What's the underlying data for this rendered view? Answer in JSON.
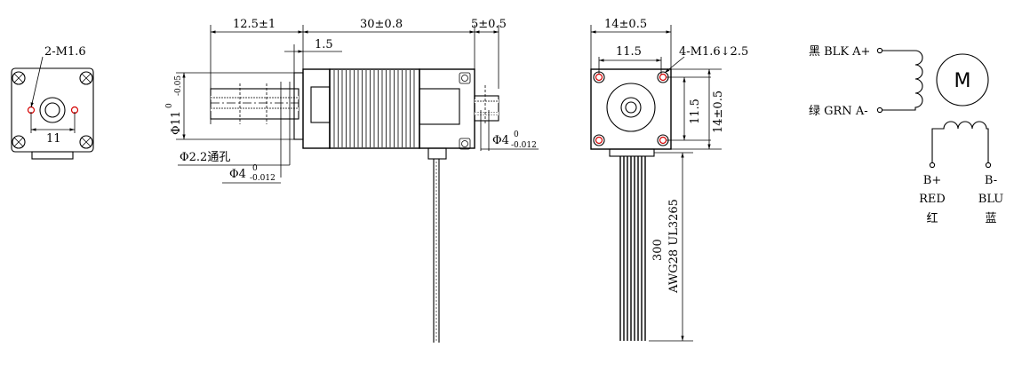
{
  "left_view": {
    "hole_callout": "2-M1.6",
    "hole_spacing": "11"
  },
  "side_view": {
    "dim_shaft_length": "12.5±1",
    "dim_body_length": "30±0.8",
    "dim_rear_shaft": "5±0.5",
    "dim_step": "1.5",
    "dim_boss_dia": "Φ11",
    "dim_boss_tol_upper": "0",
    "dim_boss_tol_lower": "-0.05",
    "dim_bore": "Φ2.2通孔",
    "dim_shaft_dia": "Φ4",
    "dim_shaft_tol_upper": "0",
    "dim_shaft_tol_lower": "-0.012",
    "dim_rear_dia": "Φ4",
    "dim_rear_tol_upper": "0",
    "dim_rear_tol_lower": "-0.012"
  },
  "front_view": {
    "dim_width": "14±0.5",
    "dim_hole_x": "11.5",
    "dim_hole_y": "11.5",
    "dim_height": "14±0.5",
    "hole_callout": "4-M1.6↓2.5",
    "lead_length": "300",
    "lead_spec": "AWG28 UL3265"
  },
  "wiring": {
    "motor_symbol": "M",
    "a_plus": "黑 BLK A+",
    "a_minus": "绿 GRN A-",
    "b_plus": "B+",
    "b_plus_color": "RED",
    "b_plus_cn": "红",
    "b_minus": "B-",
    "b_minus_color": "BLU",
    "b_minus_cn": "蓝"
  },
  "colors": {
    "line": "#000000",
    "hole_highlight": "#d40000"
  }
}
